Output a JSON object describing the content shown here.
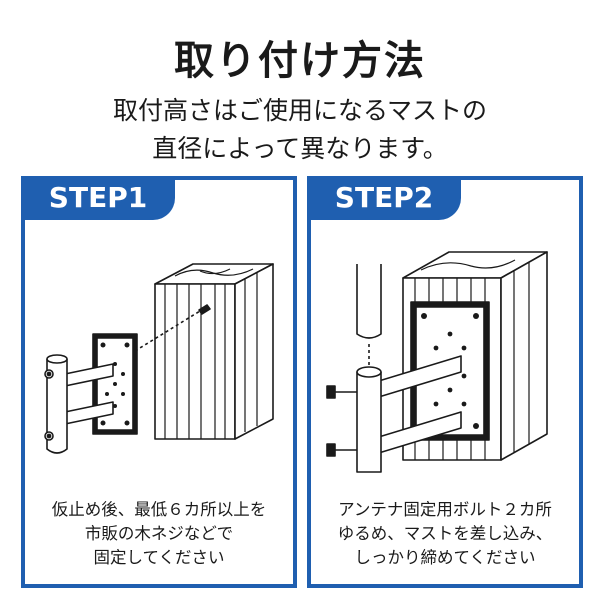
{
  "page": {
    "title": "取り付け方法",
    "subtitle_line1": "取付高さはご使用になるマストの",
    "subtitle_line2": "直径によって異なります。"
  },
  "steps": [
    {
      "label": "STEP1",
      "caption_lines": [
        "仮止め後、最低６カ所以上を",
        "市販の木ネジなどで",
        "固定してください"
      ]
    },
    {
      "label": "STEP2",
      "caption_lines": [
        "アンテナ固定用ボルト２カ所",
        "ゆるめ、マストを差し込み、",
        "しっかり締めてください"
      ]
    }
  ],
  "colors": {
    "accent": "#1f5fb0",
    "line": "#1a1a1a"
  }
}
